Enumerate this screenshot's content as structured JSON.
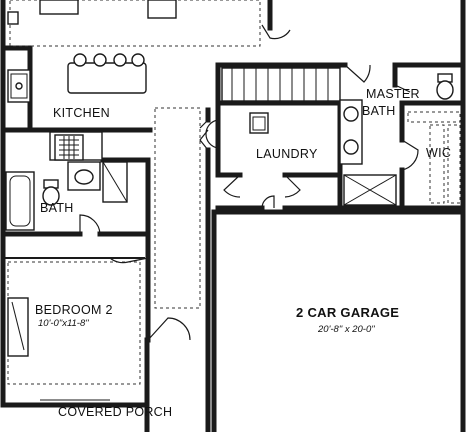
{
  "rooms": {
    "kitchen": "KITCHEN",
    "bath": "BATH",
    "bedroom2": "BEDROOM 2",
    "bedroom2_dim": "10'-0\"x11-8\"",
    "laundry": "LAUNDRY",
    "master_bath_line1": "MASTER",
    "master_bath_line2": "BATH",
    "wic": "WIC",
    "garage": "2 CAR GARAGE",
    "garage_dim": "20'-8\" x 20-0\"",
    "porch": "COVERED PORCH"
  }
}
